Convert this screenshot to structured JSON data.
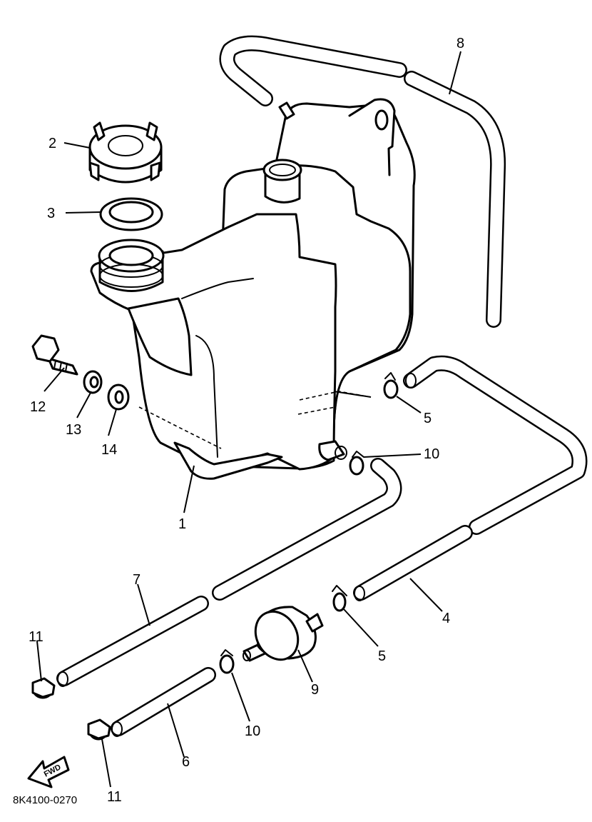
{
  "diagram": {
    "drawing_code": "8K4100-0270",
    "forward_arrow_label": "FWD",
    "callouts": [
      {
        "id": "1",
        "label": "1"
      },
      {
        "id": "2",
        "label": "2"
      },
      {
        "id": "3",
        "label": "3"
      },
      {
        "id": "4",
        "label": "4"
      },
      {
        "id": "5a",
        "label": "5"
      },
      {
        "id": "5b",
        "label": "5"
      },
      {
        "id": "6",
        "label": "6"
      },
      {
        "id": "7",
        "label": "7"
      },
      {
        "id": "8",
        "label": "8"
      },
      {
        "id": "9",
        "label": "9"
      },
      {
        "id": "10a",
        "label": "10"
      },
      {
        "id": "10b",
        "label": "10"
      },
      {
        "id": "11a",
        "label": "11"
      },
      {
        "id": "11b",
        "label": "11"
      },
      {
        "id": "12",
        "label": "12"
      },
      {
        "id": "13",
        "label": "13"
      },
      {
        "id": "14",
        "label": "14"
      }
    ]
  }
}
